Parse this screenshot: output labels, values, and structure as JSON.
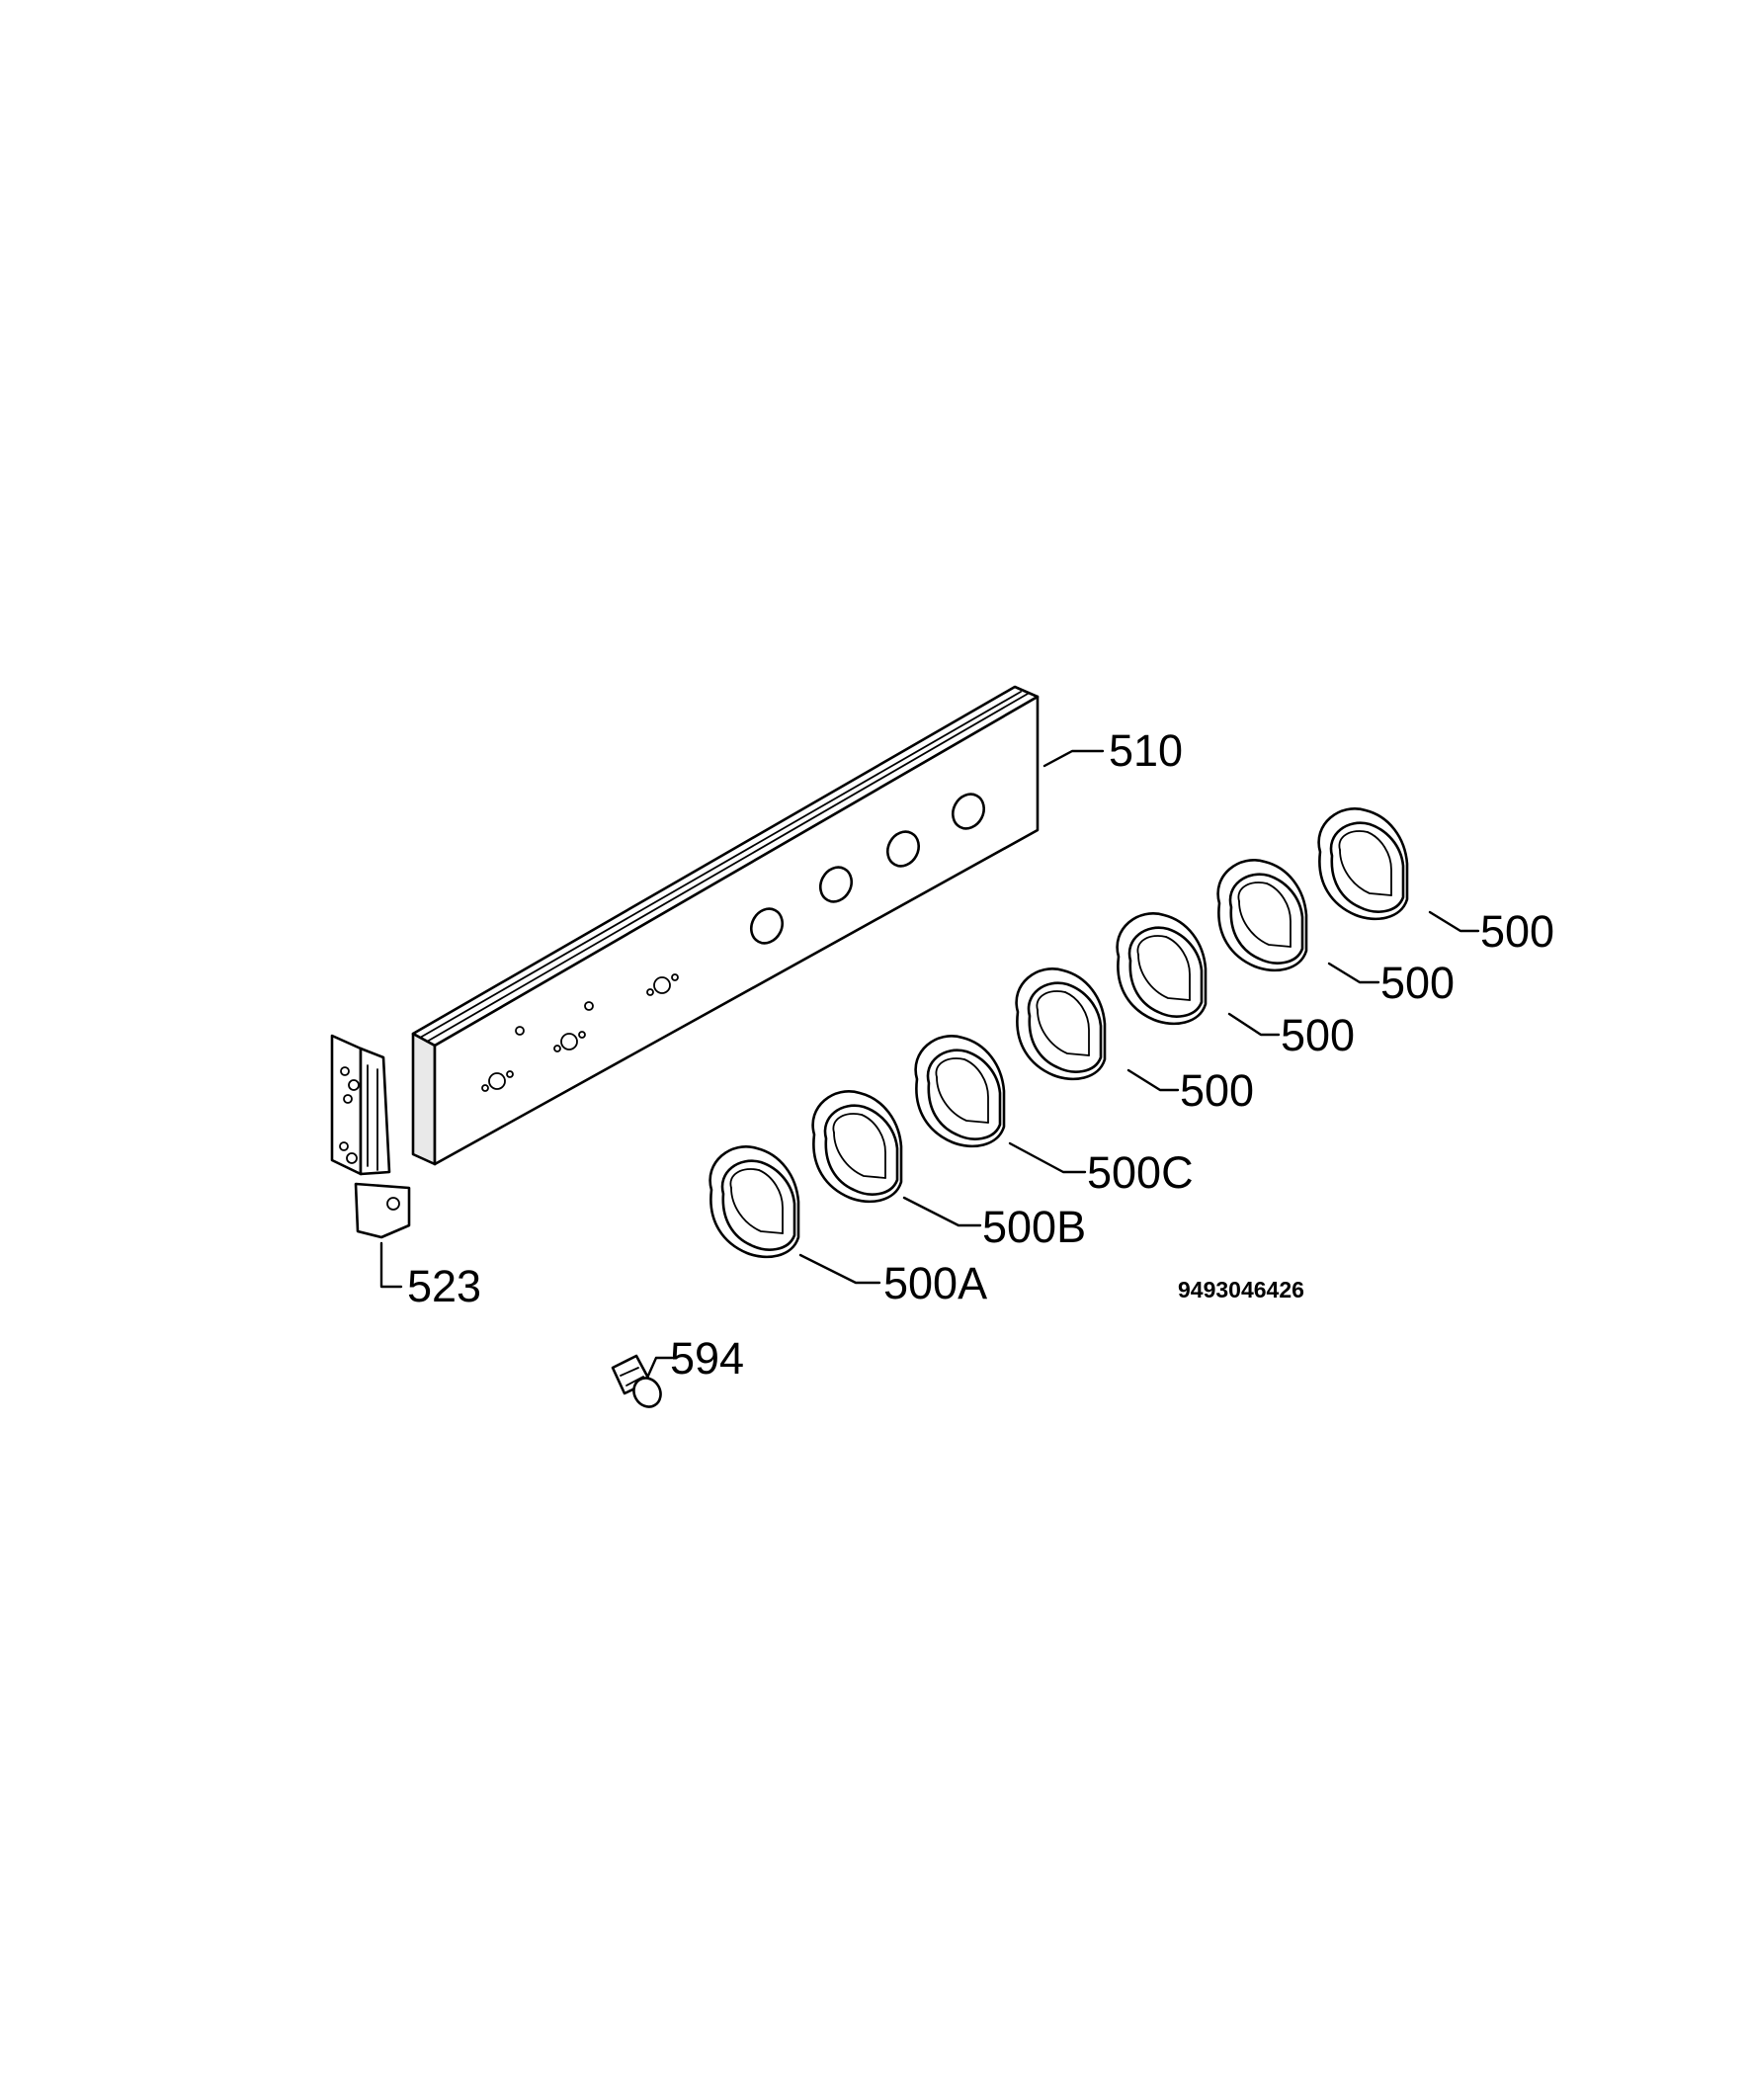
{
  "diagram": {
    "drawing_number": "9493046426",
    "parts": [
      {
        "id": "panel",
        "label": "510"
      },
      {
        "id": "bracket",
        "label": "523"
      },
      {
        "id": "screw",
        "label": "594"
      },
      {
        "id": "knob-1",
        "label": "500A"
      },
      {
        "id": "knob-2",
        "label": "500B"
      },
      {
        "id": "knob-3",
        "label": "500C"
      },
      {
        "id": "knob-4",
        "label": "500"
      },
      {
        "id": "knob-5",
        "label": "500"
      },
      {
        "id": "knob-6",
        "label": "500"
      },
      {
        "id": "knob-7",
        "label": "500"
      }
    ]
  }
}
